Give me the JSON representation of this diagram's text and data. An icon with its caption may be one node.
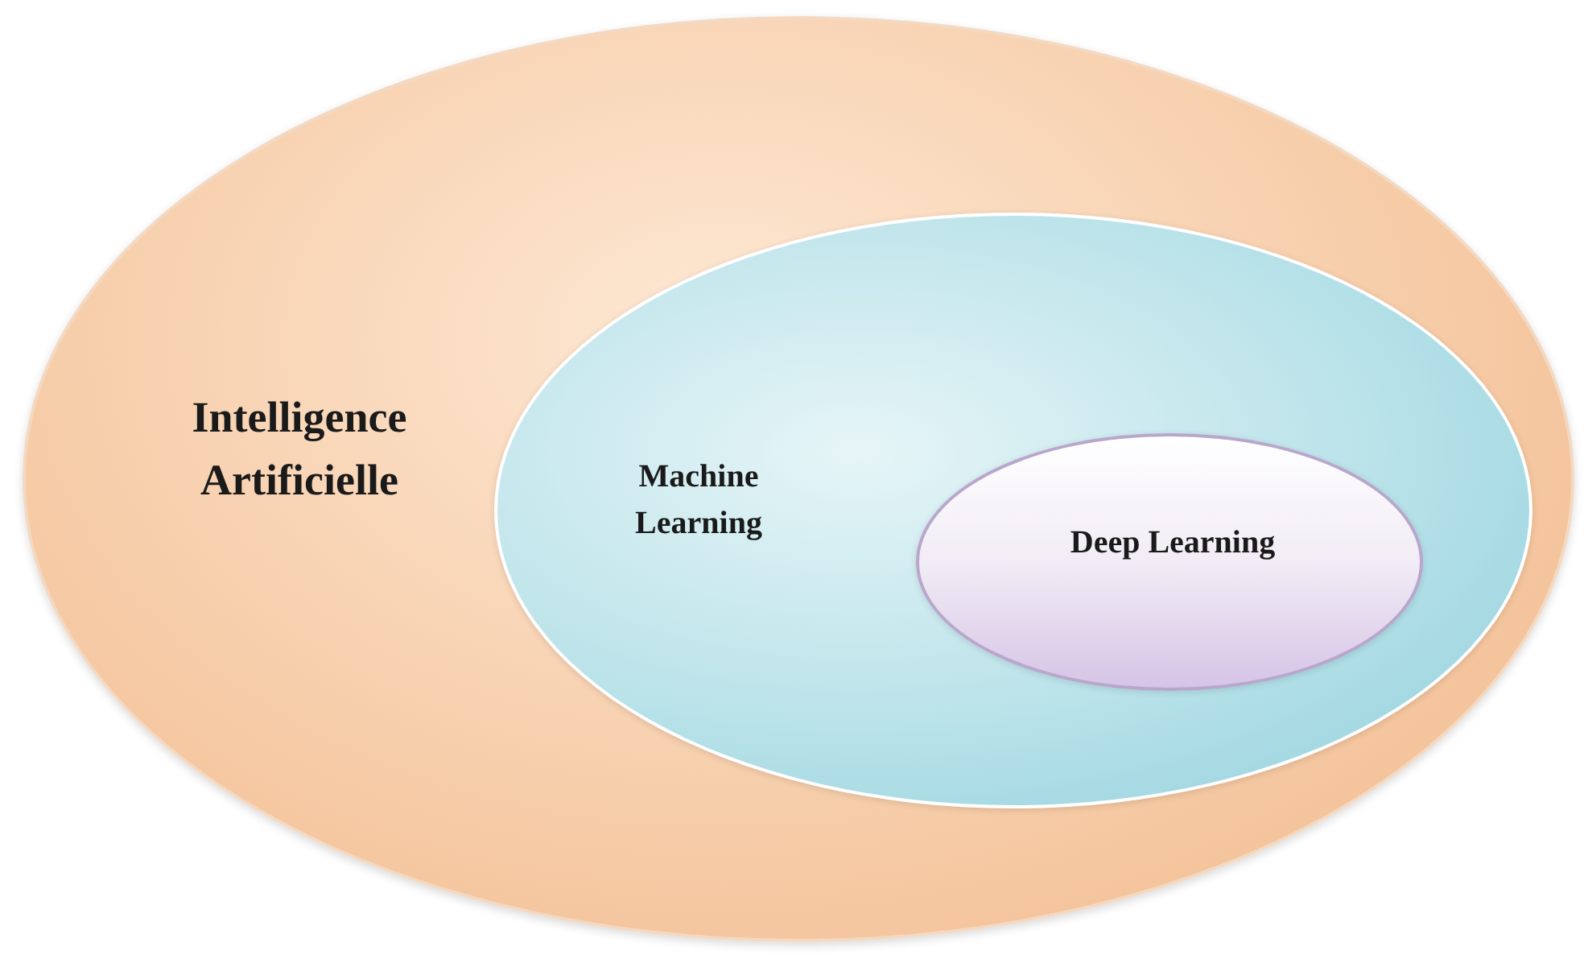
{
  "diagram": {
    "nodes": [
      {
        "text": [
          "Intelligence Artificielle"
        ]
      },
      {
        "text": [
          "Machine Learning"
        ],
        "in": 0
      },
      {
        "text": [
          "Deep Learning"
        ],
        "in": 1
      }
    ]
  }
}
